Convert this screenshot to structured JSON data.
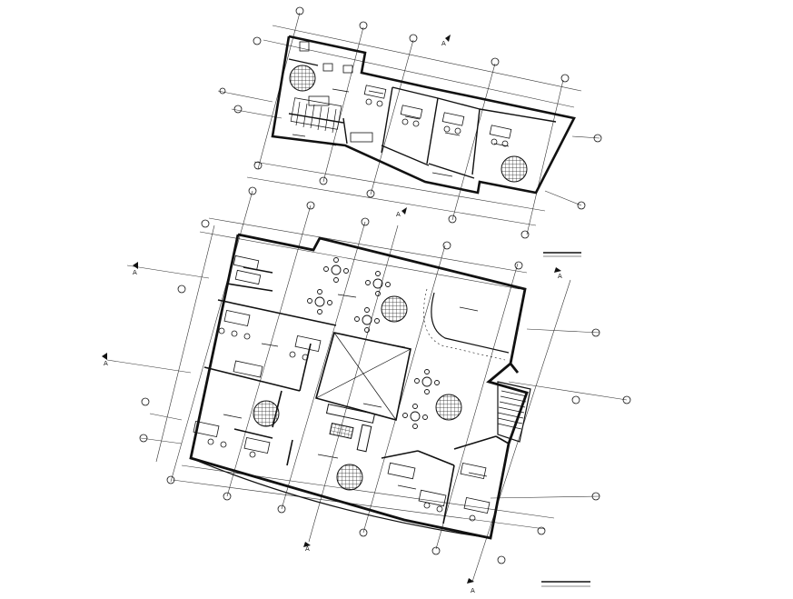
{
  "drawing": {
    "upper_plan": {
      "grid_markers": [
        "A",
        "A"
      ]
    },
    "lower_plan": {
      "grid_markers": [
        "A",
        "A",
        "A",
        "A",
        "A"
      ]
    },
    "colors": {
      "line": "#111111",
      "hatch": "#222222",
      "background": "#ffffff"
    }
  }
}
